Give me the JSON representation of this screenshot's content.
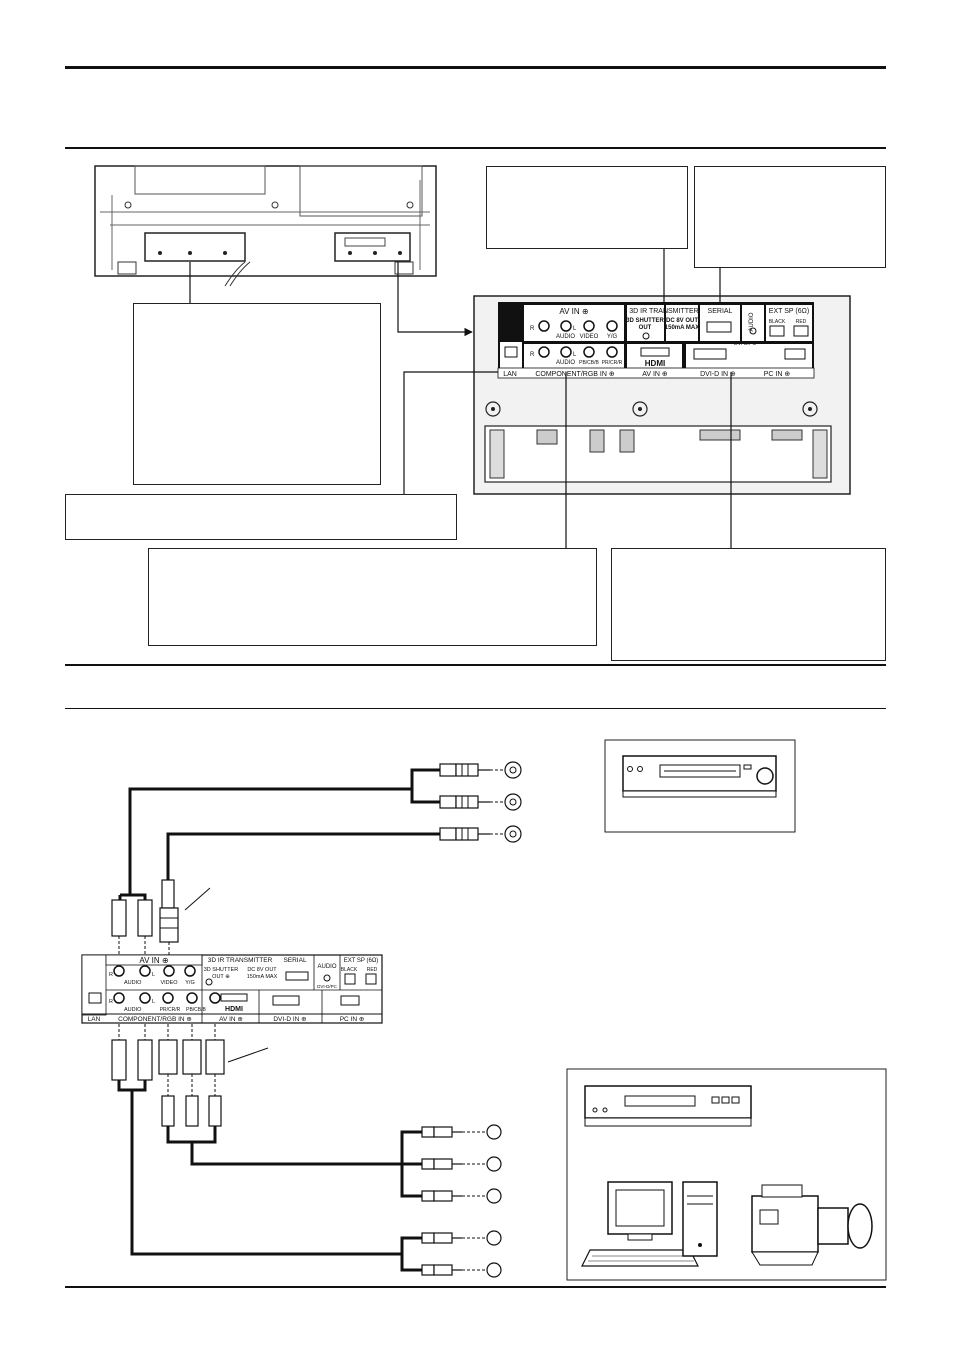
{
  "connection_panel": {
    "row1_labels": {
      "av_in": "AV IN ⊕",
      "ir_transmitter": "3D IR TRANSMITTER",
      "shutter": "3D SHUTTER",
      "shutter_out": "OUT",
      "dc_out": "DC 8V OUT",
      "dc_max": "150mA MAX",
      "serial": "SERIAL",
      "audio_vert": "AUDIO",
      "ext_sp": "EXT SP (6Ω)",
      "black": "BLACK",
      "red": "RED"
    },
    "row1_jacks": {
      "r": "R",
      "audio": "AUDIO",
      "l": "L",
      "video": "VIDEO",
      "yg": "Y/G"
    },
    "row2_jacks": {
      "r": "R",
      "audio": "AUDIO",
      "l": "L",
      "pb": "PB/CB/B",
      "pr": "PR/CR/R",
      "dvipc": "DVI-D/PC"
    },
    "bottom_labels": {
      "lan": "LAN",
      "component": "COMPONENT/RGB IN ⊕",
      "hdmi": "HDMI",
      "av_in2": "AV IN ⊕",
      "dvi": "DVI-D IN ⊕",
      "pc": "PC IN ⊕"
    }
  },
  "small_panel": {
    "av_in": "AV IN ⊕",
    "ir_transmitter": "3D IR TRANSMITTER",
    "serial": "SERIAL",
    "shutter": "3D SHUTTER",
    "shutter_out": "OUT ⊕",
    "dc_out": "DC 8V OUT",
    "dc_max": "150mA MAX",
    "audio": "AUDIO",
    "ext_sp": "EXT SP (6Ω)",
    "black": "BLACK",
    "red": "RED",
    "r": "R",
    "audio_j": "AUDIO",
    "l": "L",
    "video": "VIDEO",
    "yg": "Y/G",
    "pr": "PR/CR/R",
    "pb": "PB/CB/B",
    "dvipc": "DVI-D/PC",
    "hdmi": "HDMI",
    "lan": "LAN",
    "component": "COMPONENT/RGB IN ⊕",
    "av_in2": "AV IN ⊕",
    "dvi": "DVI-D IN ⊕",
    "pc": "PC IN ⊕"
  }
}
